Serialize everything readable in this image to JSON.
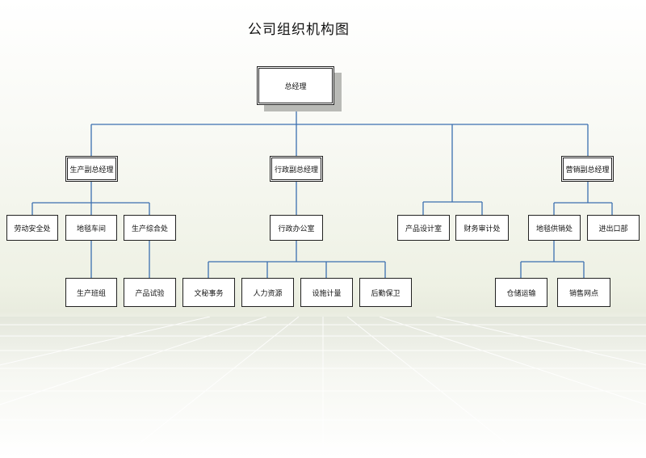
{
  "chart": {
    "title": "公司组织机构图",
    "root": "总经理",
    "deputies": {
      "production": "生产副总经理",
      "admin": "行政副总经理",
      "sales": "营销副总经理"
    },
    "production_units": [
      "劳动安全处",
      "地毯车间",
      "生产综合处"
    ],
    "production_sub_units": [
      "生产班组",
      "产品试验"
    ],
    "admin_office": "行政办公室",
    "admin_sub_units": [
      "文秘事务",
      "人力资源",
      "设施计量",
      "后勤保卫"
    ],
    "direct_units": [
      "产品设计室",
      "财务审计处"
    ],
    "sales_units": [
      "地毯供销处",
      "进出口部"
    ],
    "sales_sub_units": [
      "仓储运输",
      "销售网点"
    ]
  }
}
